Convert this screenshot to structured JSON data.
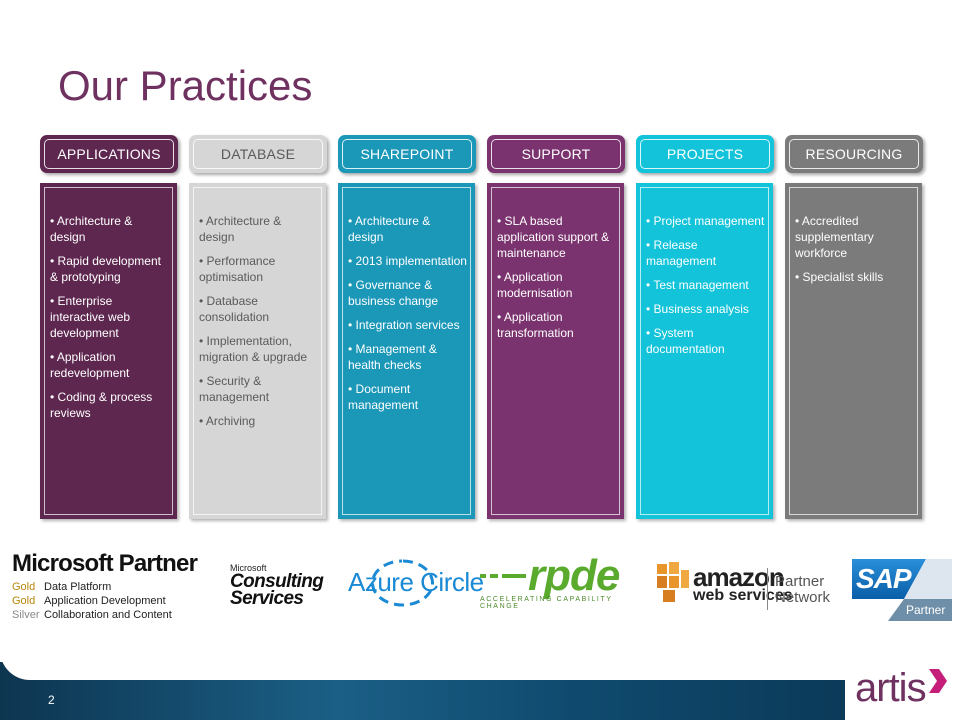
{
  "slide": {
    "title": "Our Practices",
    "page_number": "2"
  },
  "practices": [
    {
      "label": "APPLICATIONS",
      "color": "#5e2750",
      "items": [
        "Architecture & design",
        "Rapid development & prototyping",
        "Enterprise interactive web development",
        "Application redevelopment",
        "Coding & process reviews"
      ]
    },
    {
      "label": "DATABASE",
      "color": "#d6d6d6",
      "items": [
        "Architecture & design",
        "Performance optimisation",
        "Database consolidation",
        "Implementation, migration & upgrade",
        "Security & management",
        "Archiving"
      ]
    },
    {
      "label": "SHAREPOINT",
      "color": "#1b97b8",
      "items": [
        "Architecture & design",
        "2013 implementation",
        "Governance & business change",
        "Integration services",
        "Management & health checks",
        "Document management"
      ]
    },
    {
      "label": "SUPPORT",
      "color": "#7a336e",
      "items": [
        "SLA based application support & maintenance",
        "Application modernisation",
        "Application transformation"
      ]
    },
    {
      "label": "PROJECTS",
      "color": "#12c3d9",
      "items": [
        "Project management",
        "Release management",
        "Test management",
        "Business analysis",
        "System documentation"
      ]
    },
    {
      "label": "RESOURCING",
      "color": "#7b7b7b",
      "items": [
        "Accredited supplementary workforce",
        "Specialist skills"
      ]
    }
  ],
  "logos": {
    "microsoft": {
      "title": "Microsoft Partner",
      "rows": [
        {
          "level": "Gold",
          "text": "Data Platform"
        },
        {
          "level": "Gold",
          "text": "Application Development"
        },
        {
          "level": "Silver",
          "text": "Collaboration and Content"
        }
      ]
    },
    "mcs": {
      "top": "Microsoft",
      "line1": "Consulting",
      "line2": "Services"
    },
    "azure": {
      "text": "Azure Circle"
    },
    "rpde": {
      "text": "rpde",
      "tagline": "ACCELERATING CAPABILITY CHANGE"
    },
    "aws": {
      "line1": "amazon",
      "line2": "web services",
      "partner1": "Partner",
      "partner2": "Network"
    },
    "sap": {
      "text": "SAP",
      "partner": "Partner"
    }
  },
  "brand": {
    "name": "artis"
  }
}
